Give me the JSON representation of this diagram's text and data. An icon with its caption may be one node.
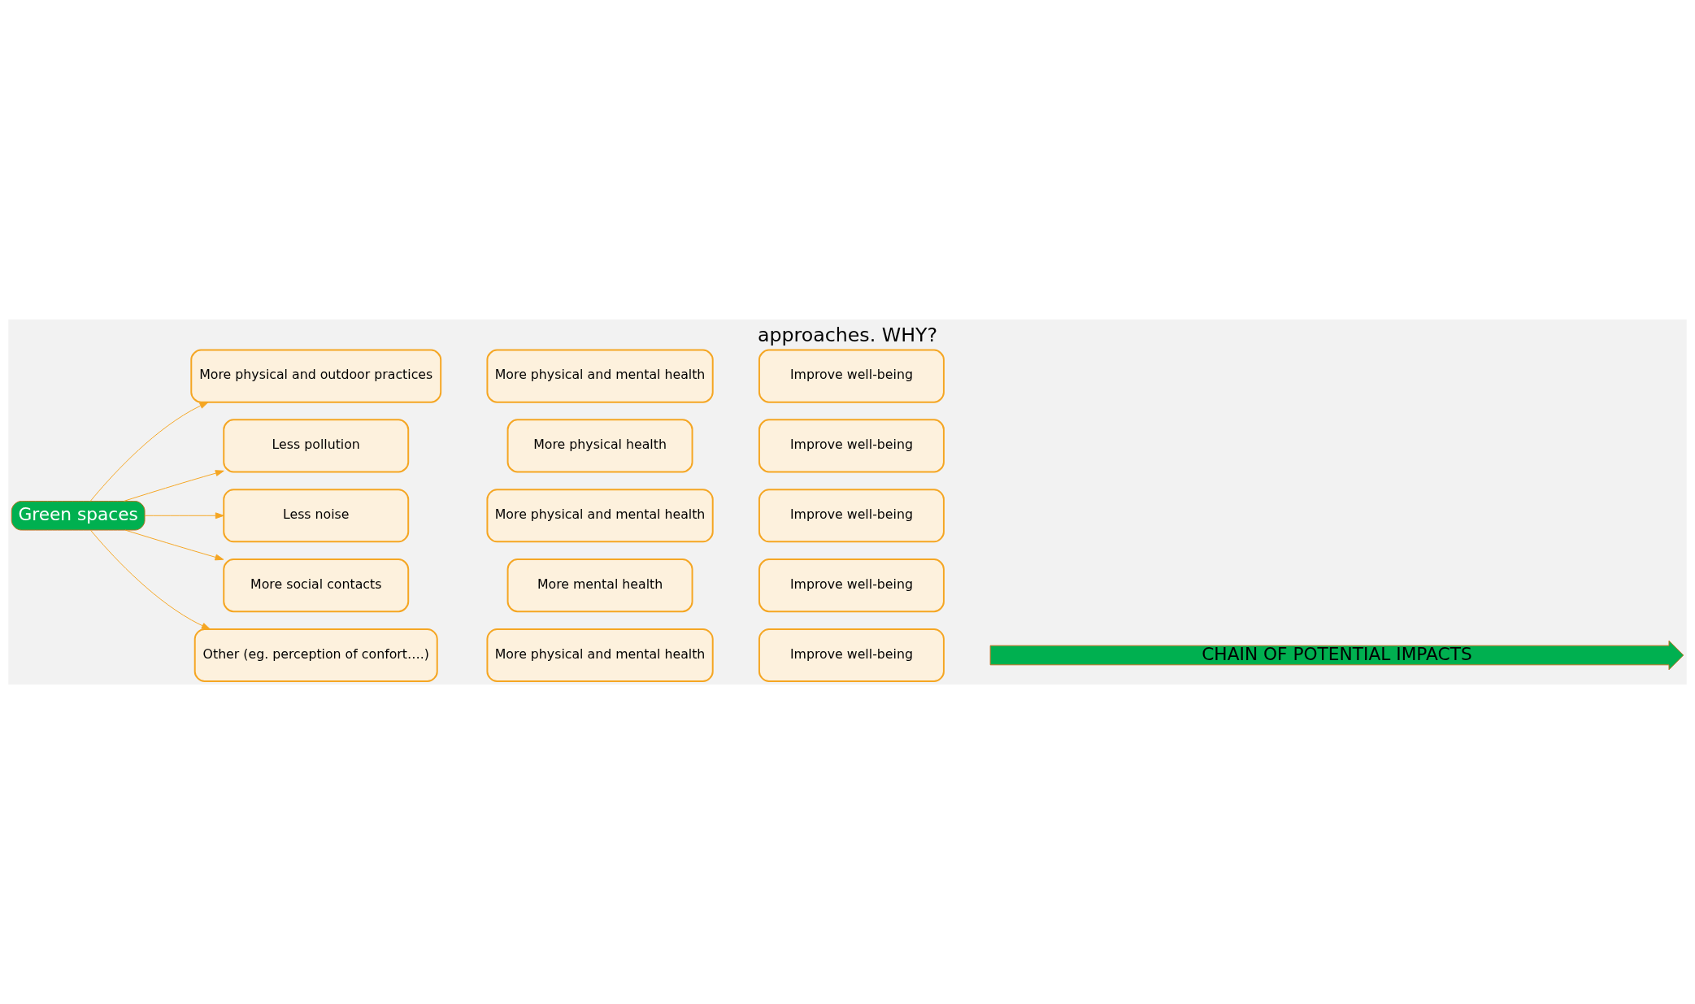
{
  "diagram": {
    "title": "approaches. WHY?",
    "nodes": [
      {
        "text": [
          "Green spaces"
        ]
      },
      {
        "text": [
          "More physical and outdoor practices"
        ]
      },
      {
        "text": [
          "Less pollution"
        ]
      },
      {
        "text": [
          "Less noise"
        ]
      },
      {
        "text": [
          "More social contacts"
        ]
      },
      {
        "text": [
          "Other (eg. perception of confort….)"
        ]
      },
      {
        "text": [
          "More physical and mental health"
        ]
      },
      {
        "text": [
          "More physical health"
        ]
      },
      {
        "text": [
          "More physical and mental health"
        ]
      },
      {
        "text": [
          "More mental health"
        ]
      },
      {
        "text": [
          "More physical and mental health"
        ]
      },
      {
        "text": [
          "Improve well-being"
        ]
      },
      {
        "text": [
          "Improve well-being"
        ]
      },
      {
        "text": [
          "Improve well-being"
        ]
      },
      {
        "text": [
          "Improve well-being"
        ]
      },
      {
        "text": [
          "Improve well-being"
        ]
      },
      {
        "text": [
          "CHAIN OF POTENTIAL IMPACTS"
        ]
      }
    ],
    "edges": [
      {
        "from": 0,
        "to": 1,
        "arrow": "to"
      },
      {
        "from": 0,
        "to": 2,
        "arrow": "to"
      },
      {
        "from": 0,
        "to": 3,
        "arrow": "to"
      },
      {
        "from": 0,
        "to": 4,
        "arrow": "to"
      },
      {
        "from": 0,
        "to": 5,
        "arrow": "to"
      }
    ]
  }
}
